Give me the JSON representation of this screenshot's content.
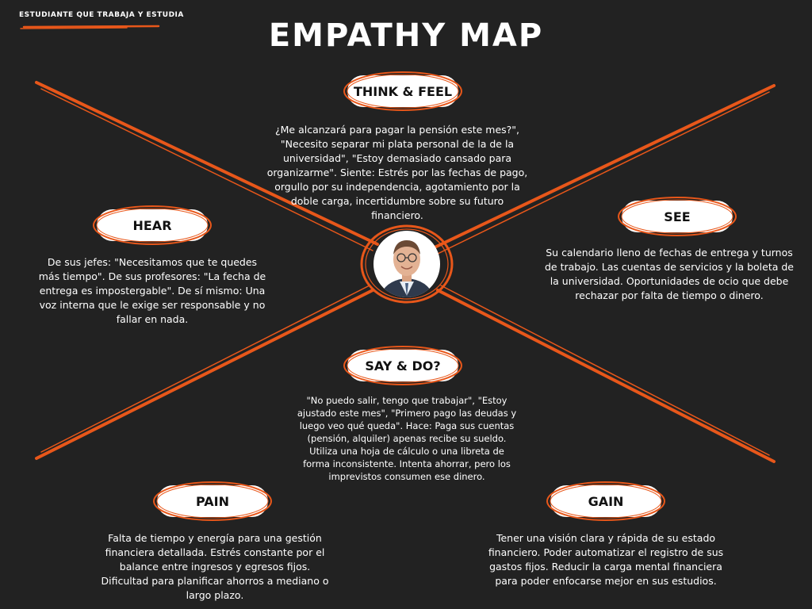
{
  "subtitle": "ESTUDIANTE QUE TRABAJA Y ESTUDIA",
  "title": "EMPATHY MAP",
  "colors": {
    "background": "#222222",
    "accent": "#e8571a",
    "text": "#ffffff",
    "label_bg": "#ffffff"
  },
  "sections": {
    "think": {
      "label": "THINK & FEEL",
      "text": "¿Me alcanzará para pagar la pensión este mes?\", \"Necesito separar mi plata personal de la de la universidad\", \"Estoy demasiado cansado para organizarme\". Siente: Estrés por las fechas de pago, orgullo por su independencia, agotamiento por la doble carga, incertidumbre sobre su futuro financiero."
    },
    "hear": {
      "label": "HEAR",
      "text": "De sus jefes: \"Necesitamos que te quedes más tiempo\". De sus profesores: \"La fecha de entrega es impostergable\". De sí mismo: Una voz interna que le exige ser responsable y no fallar en nada."
    },
    "see": {
      "label": "SEE",
      "text": "Su calendario lleno de fechas de entrega y turnos de trabajo. Las cuentas de servicios y la boleta de la universidad. Oportunidades de ocio que debe rechazar por falta de tiempo o dinero."
    },
    "say": {
      "label": "SAY & DO?",
      "text": "\"No puedo salir, tengo que trabajar\", \"Estoy ajustado este mes\", \"Primero pago las deudas y luego veo qué queda\". Hace: Paga sus cuentas (pensión, alquiler) apenas recibe su sueldo. Utiliza una hoja de cálculo o una libreta de forma inconsistente. Intenta ahorrar, pero los imprevistos consumen ese dinero."
    },
    "pain": {
      "label": "PAIN",
      "text": "Falta de tiempo y energía para una gestión financiera detallada. Estrés constante por el balance entre ingresos y egresos fijos. Dificultad para planificar ahorros a mediano o largo plazo."
    },
    "gain": {
      "label": "GAIN",
      "text": "Tener una visión clara y rápida de su estado financiero. Poder automatizar el registro de sus gastos fijos. Reducir la carga mental financiera para poder enfocarse mejor en sus estudios."
    }
  }
}
